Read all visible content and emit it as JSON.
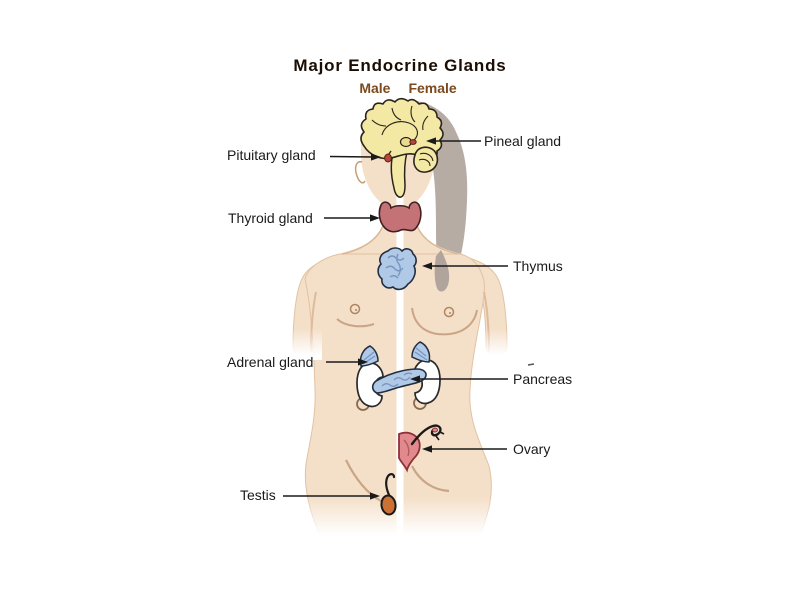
{
  "diagram": {
    "title": "Major Endocrine Glands",
    "male_label": "Male",
    "female_label": "Female"
  },
  "glands": {
    "pituitary": "Pituitary gland",
    "pineal": "Pineal gland",
    "thyroid": "Thyroid gland",
    "thymus": "Thymus",
    "adrenal": "Adrenal gland",
    "pancreas": "Pancreas",
    "ovary": "Ovary",
    "testis": "Testis"
  },
  "colors": {
    "background": "#ffffff",
    "skin": "#f4dfc8",
    "skin_shade": "#d9b896",
    "hair": "#b7aca4",
    "brain": "#f3e9a4",
    "gland_red": "#b5483c",
    "thyroid": "#c47276",
    "organ_blue": "#afc9e6",
    "organ_blue_detail": "#7895c2",
    "kidney": "#ffffff",
    "uterus": "#e1898d",
    "testis": "#cb7134",
    "leader_line": "#1a1a1a",
    "title_text": "#1c0d02",
    "legend_text": "#7c4a1d",
    "label_text": "#1a1a1a"
  }
}
